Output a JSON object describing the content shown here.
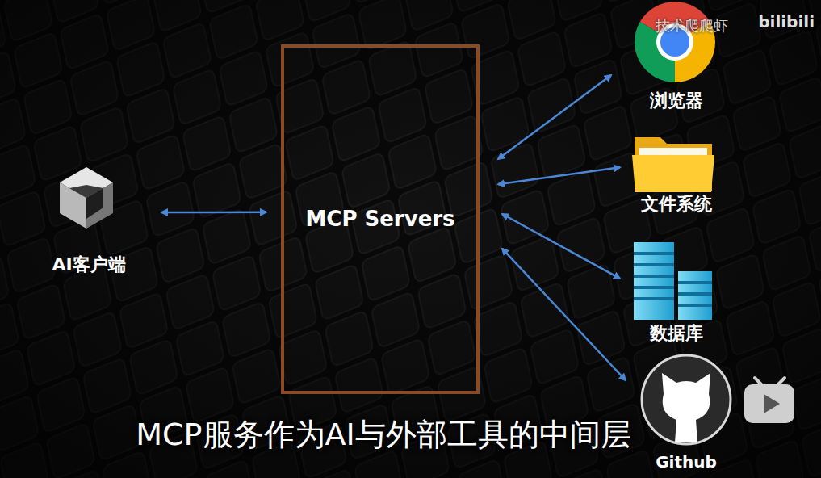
{
  "diagram": {
    "caption": "MCP服务作为AI与外部工具的中间层",
    "nodes": [
      {
        "text": [
          "AI客户端"
        ]
      },
      {
        "text": [
          "MCP Servers"
        ]
      },
      {
        "text": [
          "浏览器"
        ]
      },
      {
        "text": [
          "文件系统"
        ]
      },
      {
        "text": [
          "数据库"
        ]
      },
      {
        "text": [
          "Github"
        ]
      }
    ],
    "edges": [
      {
        "from": 0,
        "to": 1,
        "arrow": "both"
      },
      {
        "from": 1,
        "to": 2,
        "arrow": "both"
      },
      {
        "from": 1,
        "to": 3,
        "arrow": "both"
      },
      {
        "from": 1,
        "to": 4,
        "arrow": "both"
      },
      {
        "from": 1,
        "to": 5,
        "arrow": "both"
      }
    ],
    "labels": [
      "技术爬爬虾",
      "bilibili"
    ]
  }
}
